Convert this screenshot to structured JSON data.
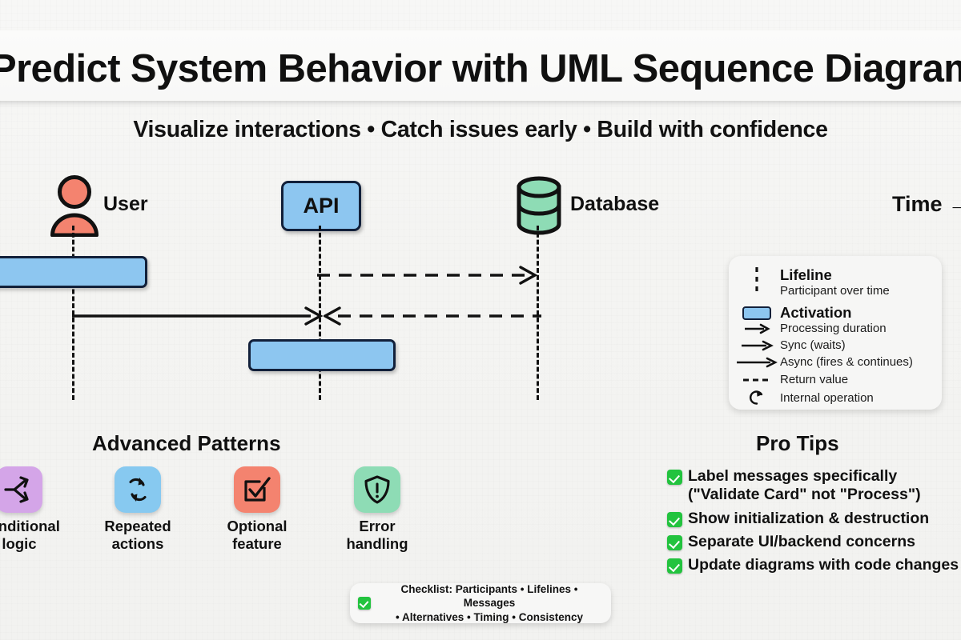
{
  "header": {
    "title": "Predict System Behavior with UML Sequence Diagrams",
    "subtitle": "Visualize interactions • Catch issues early • Build with confidence"
  },
  "diagram": {
    "time_axis_label": "Time →",
    "participants": [
      {
        "name": "User",
        "icon": "user-actor-icon",
        "color": "#f4836f"
      },
      {
        "name": "API",
        "icon": "api-box-icon",
        "color": "#8dc6f0"
      },
      {
        "name": "Database",
        "icon": "database-cylinder-icon",
        "color": "#8edcb5"
      }
    ],
    "activations": [
      {
        "owner": "User",
        "color": "#8dc6f0"
      },
      {
        "owner": "API",
        "color": "#8dc6f0"
      }
    ],
    "messages": [
      {
        "from": "API",
        "to": "Database",
        "style": "dashed",
        "direction": "right"
      },
      {
        "from": "User",
        "to": "API",
        "style": "solid",
        "direction": "right"
      },
      {
        "from": "Database",
        "to": "API",
        "style": "dashed",
        "direction": "left"
      }
    ]
  },
  "legend": {
    "rows": [
      {
        "glyph": "dashed-vertical-line-icon",
        "title": "Lifeline",
        "subtitle": "Participant over time"
      },
      {
        "glyph": "activation-swatch-icon",
        "title": "Activation",
        "subtitle": ""
      },
      {
        "glyph": "short-arrow-icon",
        "title": "",
        "subtitle": "Processing duration"
      },
      {
        "glyph": "medium-arrow-icon",
        "title": "",
        "subtitle": "Sync (waits)"
      },
      {
        "glyph": "long-arrow-icon",
        "title": "",
        "subtitle": "Async (fires & continues)"
      },
      {
        "glyph": "dashed-arrow-icon",
        "title": "",
        "subtitle": "Return value"
      },
      {
        "glyph": "circular-arrow-icon",
        "title": "",
        "subtitle": "Internal operation"
      }
    ]
  },
  "advanced_patterns": {
    "heading": "Advanced Patterns",
    "items": [
      {
        "label_line1": "Conditional",
        "label_line2": "logic",
        "icon": "branch-arrows-icon",
        "color": "#d4a5e8"
      },
      {
        "label_line1": "Repeated",
        "label_line2": "actions",
        "icon": "refresh-loop-icon",
        "color": "#87c9f0"
      },
      {
        "label_line1": "Optional",
        "label_line2": "feature",
        "icon": "checkbox-checked-icon",
        "color": "#f4836f"
      },
      {
        "label_line1": "Error",
        "label_line2": "handling",
        "icon": "shield-exclamation-icon",
        "color": "#8edcb5"
      }
    ]
  },
  "pro_tips": {
    "heading": "Pro Tips",
    "items": [
      {
        "line1": "Label messages specifically",
        "line2": "(\"Validate Card\" not \"Process\")"
      },
      {
        "line1": "Show initialization & destruction",
        "line2": ""
      },
      {
        "line1": "Separate UI/backend concerns",
        "line2": ""
      },
      {
        "line1": "Update diagrams with code changes",
        "line2": ""
      }
    ]
  },
  "checklist": {
    "line1": "Checklist: Participants • Lifelines • Messages",
    "line2": "• Alternatives • Timing • Consistency"
  },
  "colors": {
    "accent_blue": "#8dc6f0",
    "accent_salmon": "#f4836f",
    "accent_green": "#8edcb5",
    "accent_purple": "#d4a5e8",
    "check_green": "#22c33e",
    "stroke_dark": "#12203a",
    "background": "#f2f2f0"
  }
}
